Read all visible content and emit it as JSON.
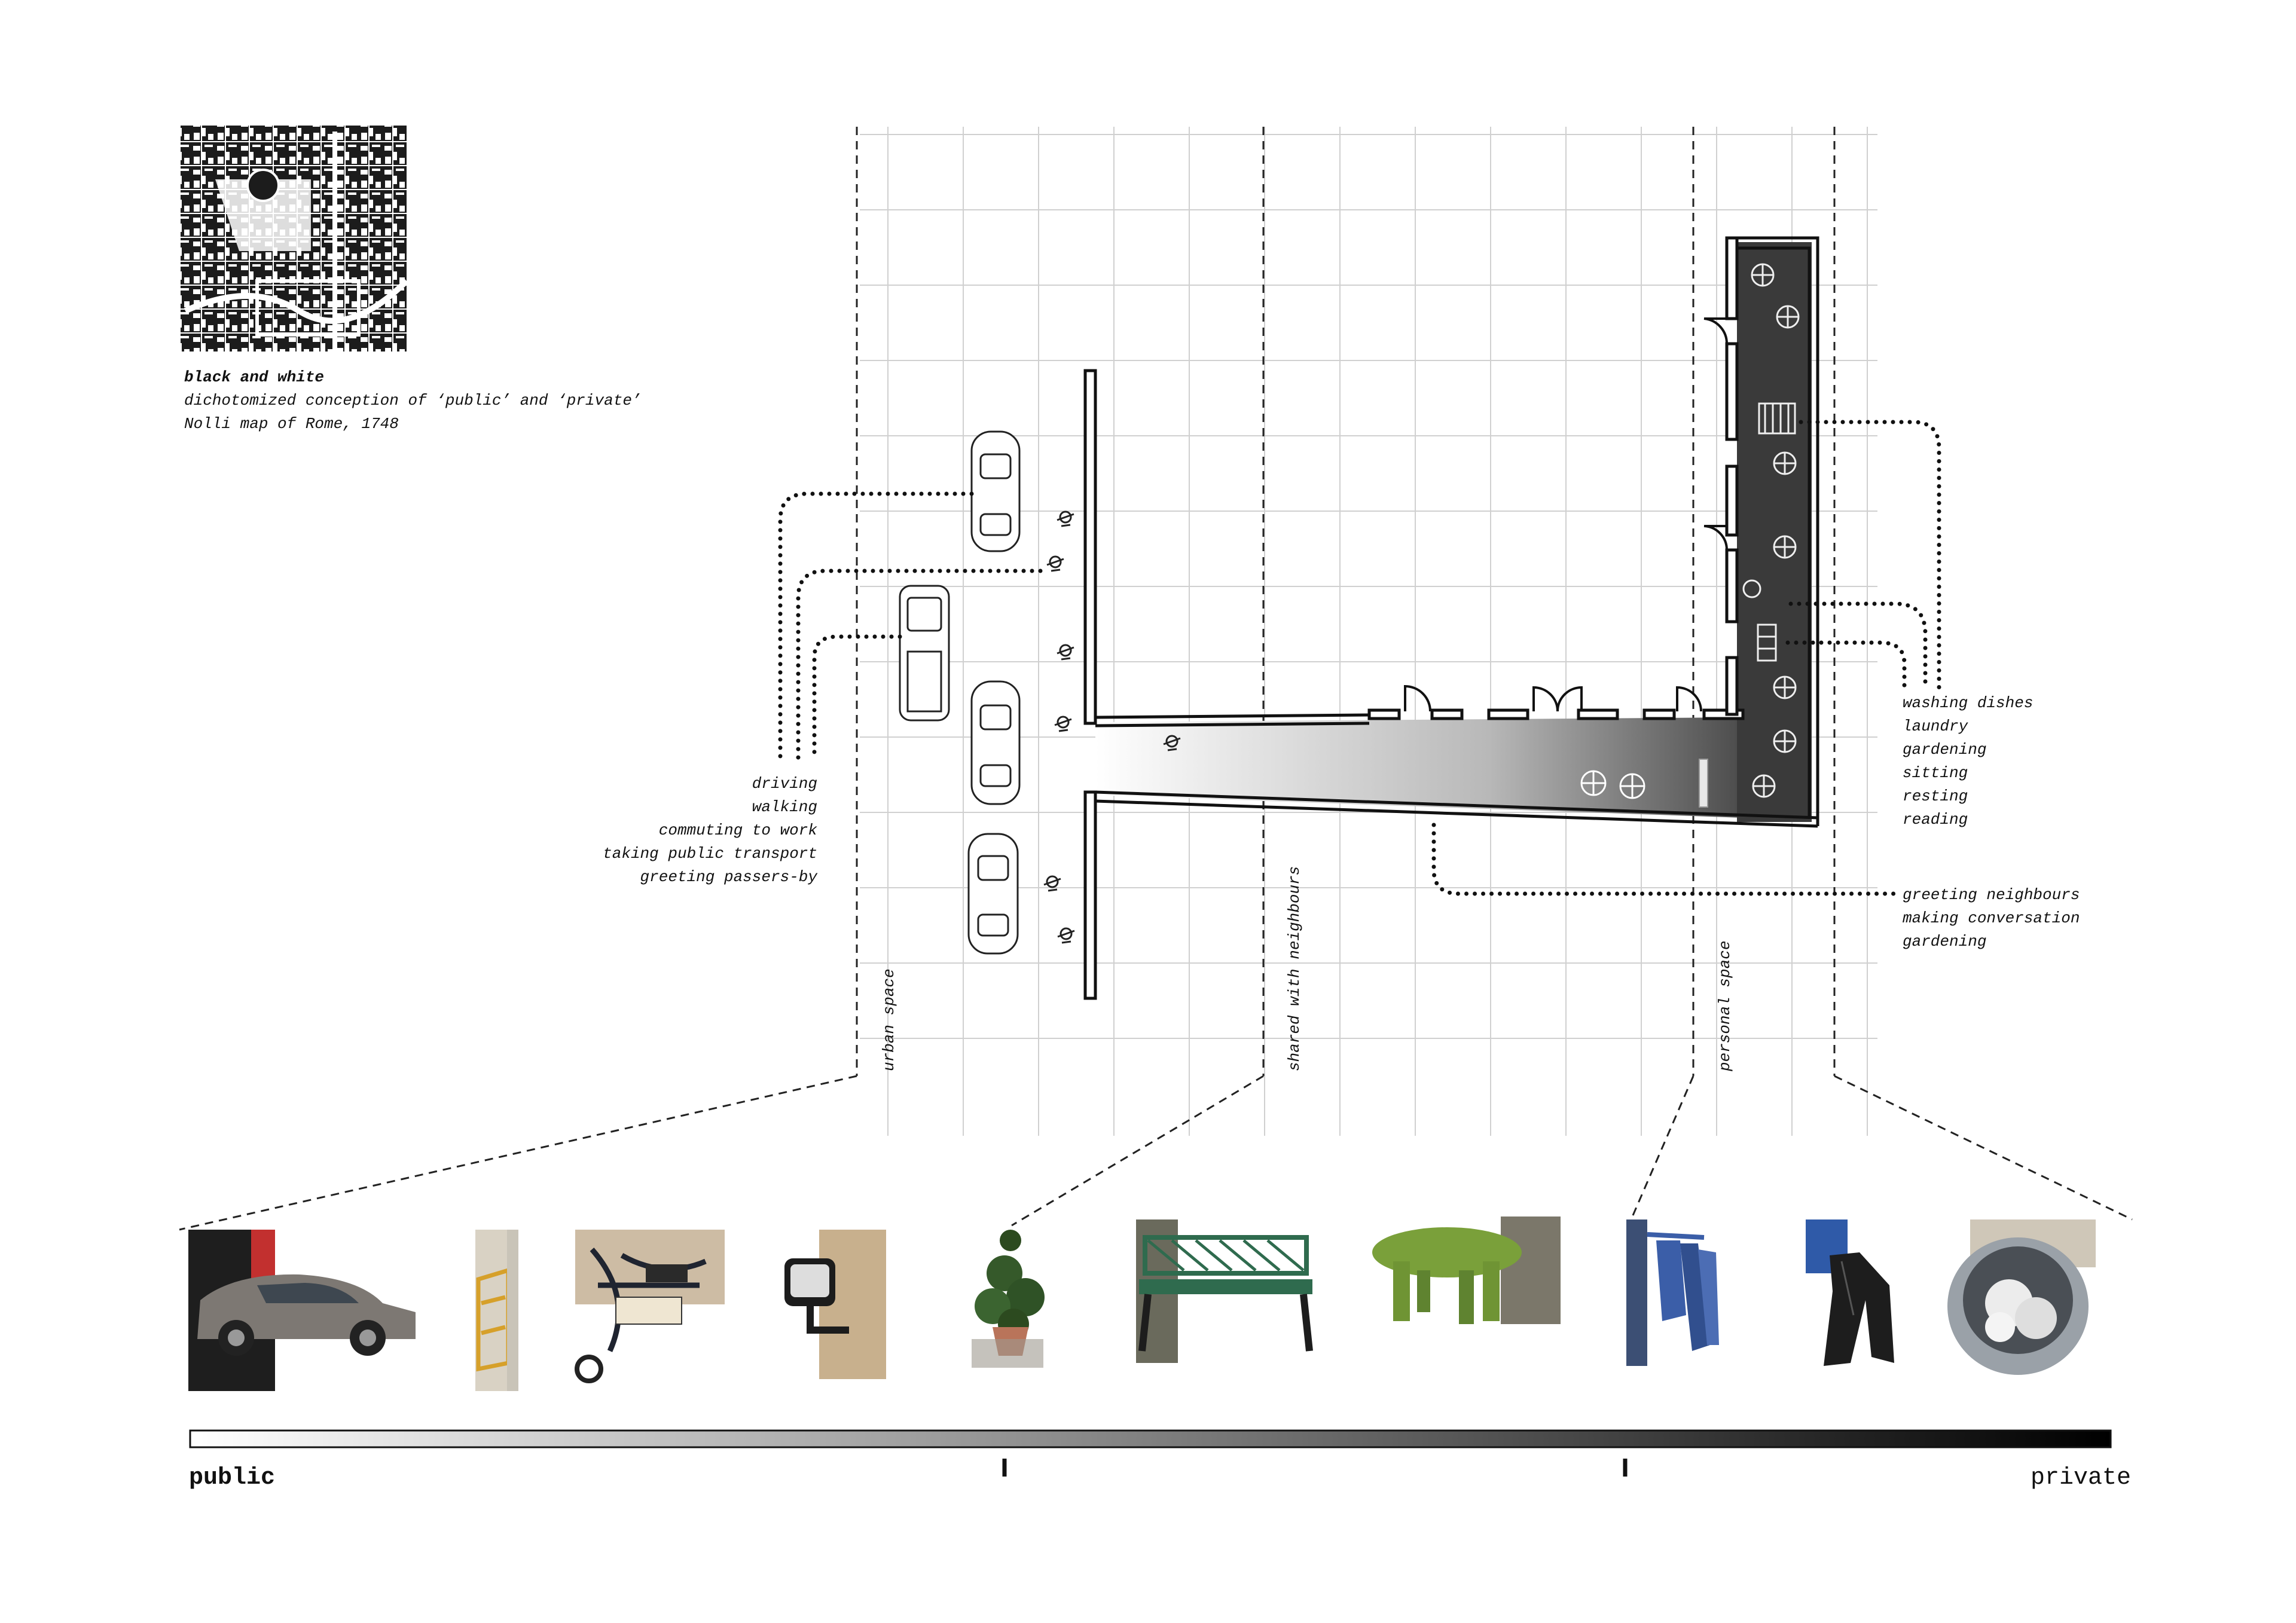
{
  "reference": {
    "title": "black and white",
    "line1": "dichotomized conception of ‘public’ and ‘private’",
    "line2": "Nolli map of Rome, 1748"
  },
  "zones": {
    "urban": "urban space",
    "shared": "shared with neighbours",
    "personal": "personal space"
  },
  "activities": {
    "street": [
      "driving",
      "walking",
      "commuting to work",
      "taking public transport",
      "greeting passers-by"
    ],
    "interior": [
      "washing dishes",
      "laundry",
      "gardening",
      "sitting",
      "resting",
      "reading"
    ],
    "threshold": [
      "greeting neighbours",
      "making conversation",
      "gardening"
    ]
  },
  "scale": {
    "left": "public",
    "right": "private",
    "gradient_start": "#ffffff",
    "gradient_end": "#000000"
  },
  "photos": [
    {
      "name": "car-photo",
      "icon": "car-icon"
    },
    {
      "name": "street-barrier-photo",
      "icon": "barrier-icon"
    },
    {
      "name": "cables-sign-photo",
      "icon": "cables-icon"
    },
    {
      "name": "street-lamp-photo",
      "icon": "lamp-icon"
    },
    {
      "name": "potted-plant-photo",
      "icon": "plant-icon"
    },
    {
      "name": "bench-photo",
      "icon": "bench-icon"
    },
    {
      "name": "green-table-photo",
      "icon": "table-icon"
    },
    {
      "name": "hanging-laundry-photo",
      "icon": "laundry-icon"
    },
    {
      "name": "leather-jacket-photo",
      "icon": "jacket-icon"
    },
    {
      "name": "dish-basin-photo",
      "icon": "basin-icon"
    }
  ],
  "colors": {
    "interior": "#3a3a3a",
    "grid": "#d0d0d0",
    "table_green": "#7aa03a",
    "bench_green": "#2f6b4e",
    "laundry_blue": "#3b5ea8"
  }
}
